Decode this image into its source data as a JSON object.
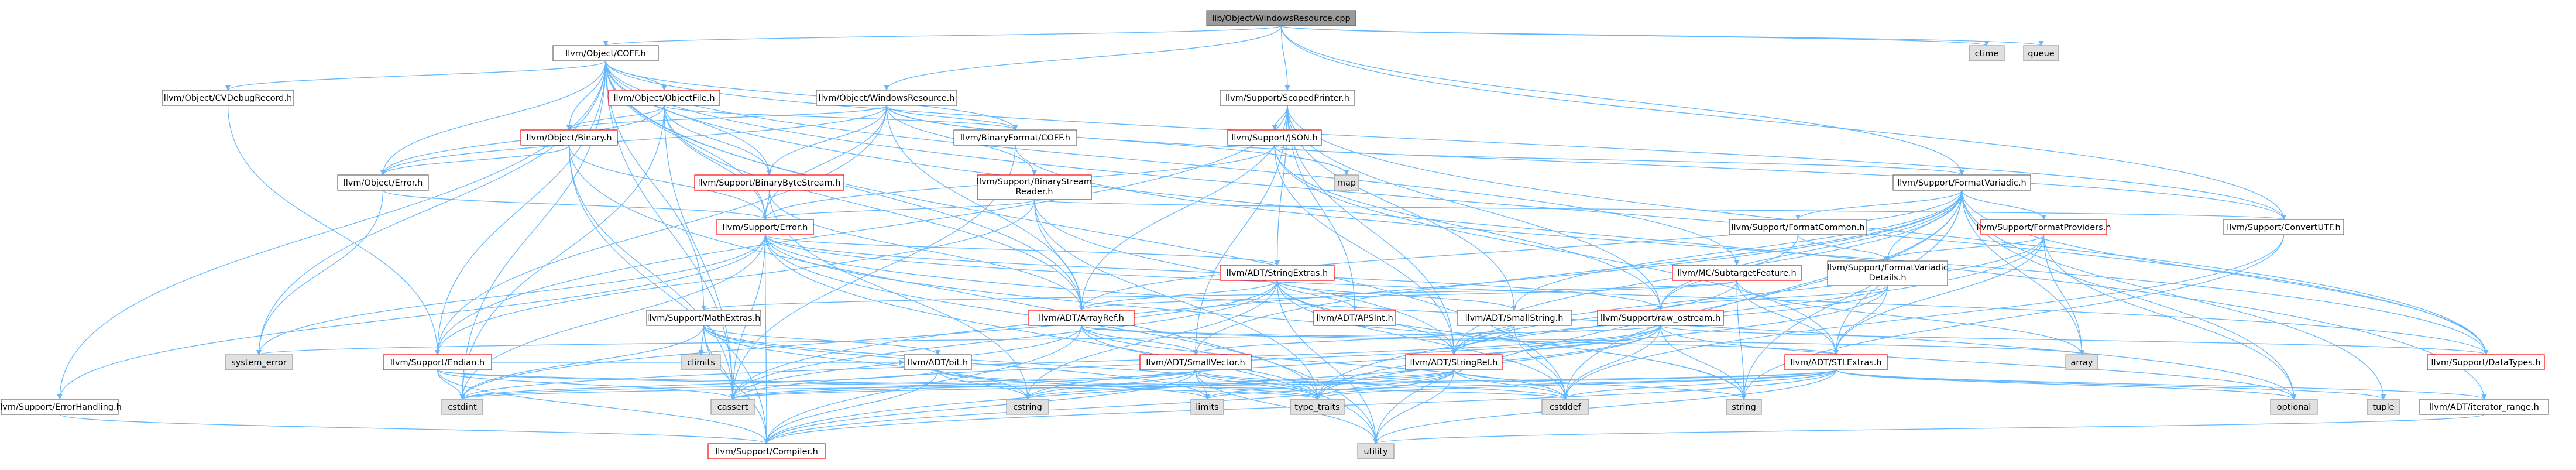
{
  "colors": {
    "root_fill": "#9a9a9a",
    "node_fill": "#ffffff",
    "external_fill": "#e0e0e0",
    "missing_border": "#ff0000",
    "node_border": "#666666",
    "edge": "#63b8ff",
    "text": "#000000"
  },
  "nodes": [
    {
      "id": "root",
      "label": "lib/Object/WindowsResource.cpp",
      "kind": "root"
    },
    {
      "id": "ctime",
      "label": "ctime",
      "kind": "external"
    },
    {
      "id": "queue",
      "label": "queue",
      "kind": "external"
    },
    {
      "id": "coff",
      "label": "llvm/Object/COFF.h",
      "kind": "normal"
    },
    {
      "id": "cvdebug",
      "label": "llvm/Object/CVDebugRecord.h",
      "kind": "normal"
    },
    {
      "id": "objfile",
      "label": "llvm/Object/ObjectFile.h",
      "kind": "missing"
    },
    {
      "id": "winres",
      "label": "llvm/Object/WindowsResource.h",
      "kind": "normal"
    },
    {
      "id": "scoped",
      "label": "llvm/Support/ScopedPrinter.h",
      "kind": "normal"
    },
    {
      "id": "binary",
      "label": "llvm/Object/Binary.h",
      "kind": "missing"
    },
    {
      "id": "bfcoff",
      "label": "llvm/BinaryFormat/COFF.h",
      "kind": "normal"
    },
    {
      "id": "json",
      "label": "llvm/Support/JSON.h",
      "kind": "missing"
    },
    {
      "id": "map",
      "label": "map",
      "kind": "external"
    },
    {
      "id": "objerror",
      "label": "llvm/Object/Error.h",
      "kind": "normal"
    },
    {
      "id": "bbs",
      "label": "llvm/Support/BinaryByteStream.h",
      "kind": "missing"
    },
    {
      "id": "bsr",
      "label": "llvm/Support/BinaryStream Reader.h",
      "kind": "missing"
    },
    {
      "id": "fmtvar",
      "label": "llvm/Support/FormatVariadic.h",
      "kind": "normal"
    },
    {
      "id": "convutf",
      "label": "llvm/Support/ConvertUTF.h",
      "kind": "normal"
    },
    {
      "id": "supperr",
      "label": "llvm/Support/Error.h",
      "kind": "missing"
    },
    {
      "id": "strext",
      "label": "llvm/ADT/StringExtras.h",
      "kind": "missing"
    },
    {
      "id": "fmtcommon",
      "label": "llvm/Support/FormatCommon.h",
      "kind": "normal"
    },
    {
      "id": "fmtprov",
      "label": "llvm/Support/FormatProviders.h",
      "kind": "missing"
    },
    {
      "id": "fmtvardet",
      "label": "llvm/Support/FormatVariadic Details.h",
      "kind": "normal"
    },
    {
      "id": "mcsub",
      "label": "llvm/MC/SubtargetFeature.h",
      "kind": "missing"
    },
    {
      "id": "mathext",
      "label": "llvm/Support/MathExtras.h",
      "kind": "normal"
    },
    {
      "id": "arrayref",
      "label": "llvm/ADT/ArrayRef.h",
      "kind": "missing"
    },
    {
      "id": "apsint",
      "label": "llvm/ADT/APSInt.h",
      "kind": "missing"
    },
    {
      "id": "smallstr",
      "label": "llvm/ADT/SmallString.h",
      "kind": "normal"
    },
    {
      "id": "rawos",
      "label": "llvm/Support/raw_ostream.h",
      "kind": "missing"
    },
    {
      "id": "array",
      "label": "array",
      "kind": "external"
    },
    {
      "id": "datatypes",
      "label": "llvm/Support/DataTypes.h",
      "kind": "missing"
    },
    {
      "id": "syserr",
      "label": "system_error",
      "kind": "external"
    },
    {
      "id": "climits",
      "label": "climits",
      "kind": "external"
    },
    {
      "id": "endian",
      "label": "llvm/Support/Endian.h",
      "kind": "missing"
    },
    {
      "id": "bit",
      "label": "llvm/ADT/bit.h",
      "kind": "normal"
    },
    {
      "id": "smallvec",
      "label": "llvm/ADT/SmallVector.h",
      "kind": "missing"
    },
    {
      "id": "stringref",
      "label": "llvm/ADT/StringRef.h",
      "kind": "missing"
    },
    {
      "id": "stlext",
      "label": "llvm/ADT/STLExtras.h",
      "kind": "missing"
    },
    {
      "id": "errhandling",
      "label": "llvm/Support/ErrorHandling.h",
      "kind": "normal"
    },
    {
      "id": "cstdint",
      "label": "cstdint",
      "kind": "external"
    },
    {
      "id": "cassert",
      "label": "cassert",
      "kind": "external"
    },
    {
      "id": "cstring",
      "label": "cstring",
      "kind": "external"
    },
    {
      "id": "limits",
      "label": "limits",
      "kind": "external"
    },
    {
      "id": "typetraits",
      "label": "type_traits",
      "kind": "external"
    },
    {
      "id": "cstddef",
      "label": "cstddef",
      "kind": "external"
    },
    {
      "id": "string",
      "label": "string",
      "kind": "external"
    },
    {
      "id": "optional",
      "label": "optional",
      "kind": "external"
    },
    {
      "id": "tuple",
      "label": "tuple",
      "kind": "external"
    },
    {
      "id": "iterrange",
      "label": "llvm/ADT/iterator_range.h",
      "kind": "normal"
    },
    {
      "id": "compiler",
      "label": "llvm/Support/Compiler.h",
      "kind": "missing"
    },
    {
      "id": "utility",
      "label": "utility",
      "kind": "external"
    }
  ],
  "edges": [
    [
      "root",
      "ctime"
    ],
    [
      "root",
      "queue"
    ],
    [
      "root",
      "coff"
    ],
    [
      "root",
      "winres"
    ],
    [
      "root",
      "scoped"
    ],
    [
      "root",
      "convutf"
    ],
    [
      "root",
      "fmtvar"
    ],
    [
      "coff",
      "cvdebug"
    ],
    [
      "coff",
      "objfile"
    ],
    [
      "coff",
      "binary"
    ],
    [
      "coff",
      "bfcoff"
    ],
    [
      "coff",
      "objerror"
    ],
    [
      "coff",
      "bbs"
    ],
    [
      "coff",
      "supperr"
    ],
    [
      "coff",
      "mathext"
    ],
    [
      "coff",
      "endian"
    ],
    [
      "coff",
      "errhandling"
    ],
    [
      "coff",
      "cassert"
    ],
    [
      "coff",
      "cstddef"
    ],
    [
      "coff",
      "cstdint"
    ],
    [
      "coff",
      "syserr"
    ],
    [
      "coff",
      "convutf"
    ],
    [
      "coff",
      "iterrange"
    ],
    [
      "coff",
      "datatypes"
    ],
    [
      "coff",
      "arrayref"
    ],
    [
      "coff",
      "mcsub"
    ],
    [
      "cvdebug",
      "endian"
    ],
    [
      "objfile",
      "binary"
    ],
    [
      "objfile",
      "objerror"
    ],
    [
      "objfile",
      "supperr"
    ],
    [
      "objfile",
      "bfcoff"
    ],
    [
      "objfile",
      "arrayref"
    ],
    [
      "objfile",
      "cassert"
    ],
    [
      "objfile",
      "cstdint"
    ],
    [
      "objfile",
      "bbs"
    ],
    [
      "winres",
      "binary"
    ],
    [
      "winres",
      "bfcoff"
    ],
    [
      "winres",
      "objerror"
    ],
    [
      "winres",
      "bbs"
    ],
    [
      "winres",
      "bsr"
    ],
    [
      "winres",
      "supperr"
    ],
    [
      "winres",
      "endian"
    ],
    [
      "winres",
      "arrayref"
    ],
    [
      "winres",
      "convutf"
    ],
    [
      "winres",
      "map"
    ],
    [
      "scoped",
      "json"
    ],
    [
      "scoped",
      "apsint"
    ],
    [
      "scoped",
      "strext"
    ],
    [
      "scoped",
      "arrayref"
    ],
    [
      "scoped",
      "smallvec"
    ],
    [
      "scoped",
      "stringref"
    ],
    [
      "scoped",
      "rawos"
    ],
    [
      "scoped",
      "datatypes"
    ],
    [
      "scoped",
      "endian"
    ],
    [
      "scoped",
      "smallstr"
    ],
    [
      "binary",
      "objerror"
    ],
    [
      "binary",
      "supperr"
    ],
    [
      "binary",
      "cassert"
    ],
    [
      "binary",
      "compiler"
    ],
    [
      "binary",
      "utility"
    ],
    [
      "bfcoff",
      "datatypes"
    ],
    [
      "bfcoff",
      "cassert"
    ],
    [
      "json",
      "map"
    ],
    [
      "json",
      "supperr"
    ],
    [
      "json",
      "stringref"
    ],
    [
      "json",
      "rawos"
    ],
    [
      "json",
      "fmtvar"
    ],
    [
      "json",
      "stlext"
    ],
    [
      "json",
      "cmath"
    ],
    [
      "objerror",
      "supperr"
    ],
    [
      "objerror",
      "syserr"
    ],
    [
      "bbs",
      "supperr"
    ],
    [
      "bbs",
      "arrayref"
    ],
    [
      "bbs",
      "cstring"
    ],
    [
      "bbs",
      "memory"
    ],
    [
      "bsr",
      "arrayref"
    ],
    [
      "bsr",
      "stringref"
    ],
    [
      "bsr",
      "supperr"
    ],
    [
      "bsr",
      "endian"
    ],
    [
      "bsr",
      "typetraits"
    ],
    [
      "bsr",
      "convutf"
    ],
    [
      "fmtvar",
      "fmtcommon"
    ],
    [
      "fmtvar",
      "fmtprov"
    ],
    [
      "fmtvar",
      "fmtvardet"
    ],
    [
      "fmtvar",
      "arrayref"
    ],
    [
      "fmtvar",
      "smallstr"
    ],
    [
      "fmtvar",
      "smallvec"
    ],
    [
      "fmtvar",
      "stringref"
    ],
    [
      "fmtvar",
      "stlext"
    ],
    [
      "fmtvar",
      "rawos"
    ],
    [
      "fmtvar",
      "array"
    ],
    [
      "fmtvar",
      "cstddef"
    ],
    [
      "fmtvar",
      "optional"
    ],
    [
      "fmtvar",
      "string"
    ],
    [
      "fmtvar",
      "tuple"
    ],
    [
      "fmtvar",
      "utility"
    ],
    [
      "fmtvar",
      "datatypes"
    ],
    [
      "fmtvar",
      "cassert"
    ],
    [
      "convutf",
      "cstddef"
    ],
    [
      "convutf",
      "string"
    ],
    [
      "convutf",
      "system_error"
    ],
    [
      "supperr",
      "strext"
    ],
    [
      "supperr",
      "abi"
    ],
    [
      "supperr",
      "compiler"
    ],
    [
      "supperr",
      "syserr"
    ],
    [
      "supperr",
      "errhandling"
    ],
    [
      "supperr",
      "rawos"
    ],
    [
      "supperr",
      "cassert"
    ],
    [
      "supperr",
      "cstdint"
    ],
    [
      "supperr",
      "string"
    ],
    [
      "supperr",
      "typetraits"
    ],
    [
      "supperr",
      "utility"
    ],
    [
      "supperr",
      "optional"
    ],
    [
      "supperr",
      "datatypes"
    ],
    [
      "supperr",
      "format"
    ],
    [
      "strext",
      "apsint"
    ],
    [
      "strext",
      "arrayref"
    ],
    [
      "strext",
      "smallstr"
    ],
    [
      "strext",
      "stringref"
    ],
    [
      "strext",
      "cassert"
    ],
    [
      "strext",
      "cstddef"
    ],
    [
      "strext",
      "cstdint"
    ],
    [
      "strext",
      "cstring"
    ],
    [
      "strext",
      "iterator"
    ],
    [
      "strext",
      "string"
    ],
    [
      "strext",
      "utility"
    ],
    [
      "fmtcommon",
      "fmtvardet"
    ],
    [
      "fmtcommon",
      "rawos"
    ],
    [
      "fmtprov",
      "fmtvardet"
    ],
    [
      "fmtprov",
      "stlext"
    ],
    [
      "fmtprov",
      "stringref"
    ],
    [
      "fmtprov",
      "array"
    ],
    [
      "fmtprov",
      "optional"
    ],
    [
      "fmtprov",
      "typetraits"
    ],
    [
      "fmtvardet",
      "stlext"
    ],
    [
      "fmtvardet",
      "stringref"
    ],
    [
      "fmtvardet",
      "rawos"
    ],
    [
      "fmtvardet",
      "typetraits"
    ],
    [
      "mcsub",
      "arrayref"
    ],
    [
      "mcsub",
      "stlext"
    ],
    [
      "mcsub",
      "stringref"
    ],
    [
      "mcsub",
      "mathext"
    ],
    [
      "mcsub",
      "array"
    ],
    [
      "mcsub",
      "string"
    ],
    [
      "mathext",
      "bit"
    ],
    [
      "mathext",
      "compiler"
    ],
    [
      "mathext",
      "cassert"
    ],
    [
      "mathext",
      "climits"
    ],
    [
      "mathext",
      "cstdint"
    ],
    [
      "mathext",
      "cstring"
    ],
    [
      "mathext",
      "limits"
    ],
    [
      "mathext",
      "typetraits"
    ],
    [
      "arrayref",
      "smallvec"
    ],
    [
      "arrayref",
      "stlext"
    ],
    [
      "arrayref",
      "compiler"
    ],
    [
      "arrayref",
      "cassert"
    ],
    [
      "arrayref",
      "cstddef"
    ],
    [
      "arrayref",
      "iterator"
    ],
    [
      "arrayref",
      "typetraits"
    ],
    [
      "arrayref",
      "array"
    ],
    [
      "smallstr",
      "smallvec"
    ],
    [
      "smallstr",
      "stringref"
    ],
    [
      "smallstr",
      "cstddef"
    ],
    [
      "rawos",
      "compiler"
    ],
    [
      "rawos",
      "datatypes"
    ],
    [
      "rawos",
      "cassert"
    ],
    [
      "rawos",
      "cstddef"
    ],
    [
      "rawos",
      "cstdint"
    ],
    [
      "rawos",
      "cstring"
    ],
    [
      "rawos",
      "optional"
    ],
    [
      "rawos",
      "string"
    ],
    [
      "rawos",
      "syserr"
    ],
    [
      "rawos",
      "typetraits"
    ],
    [
      "endian",
      "bit"
    ],
    [
      "endian",
      "compiler"
    ],
    [
      "endian",
      "cassert"
    ],
    [
      "endian",
      "cstddef"
    ],
    [
      "endian",
      "cstdint"
    ],
    [
      "endian",
      "typetraits"
    ],
    [
      "bit",
      "compiler"
    ],
    [
      "bit",
      "cstdint"
    ],
    [
      "bit",
      "limits"
    ],
    [
      "bit",
      "typetraits"
    ],
    [
      "bit",
      "cstring"
    ],
    [
      "smallvec",
      "compiler"
    ],
    [
      "smallvec",
      "typetraits"
    ],
    [
      "smallvec",
      "cassert"
    ],
    [
      "smallvec",
      "cstddef"
    ],
    [
      "smallvec",
      "cstdint"
    ],
    [
      "smallvec",
      "cstring"
    ],
    [
      "smallvec",
      "limits"
    ],
    [
      "smallvec",
      "utility"
    ],
    [
      "stringref",
      "compiler"
    ],
    [
      "stringref",
      "cassert"
    ],
    [
      "stringref",
      "cstddef"
    ],
    [
      "stringref",
      "cstring"
    ],
    [
      "stringref",
      "limits"
    ],
    [
      "stringref",
      "string"
    ],
    [
      "stringref",
      "typetraits"
    ],
    [
      "stringref",
      "utility"
    ],
    [
      "stlext",
      "iterrange"
    ],
    [
      "stlext",
      "compiler"
    ],
    [
      "stlext",
      "cassert"
    ],
    [
      "stlext",
      "cstddef"
    ],
    [
      "stlext",
      "cstdint"
    ],
    [
      "stlext",
      "limits"
    ],
    [
      "stlext",
      "optional"
    ],
    [
      "stlext",
      "tuple"
    ],
    [
      "stlext",
      "typetraits"
    ],
    [
      "stlext",
      "utility"
    ],
    [
      "errhandling",
      "compiler"
    ],
    [
      "iterrange",
      "utility"
    ]
  ]
}
